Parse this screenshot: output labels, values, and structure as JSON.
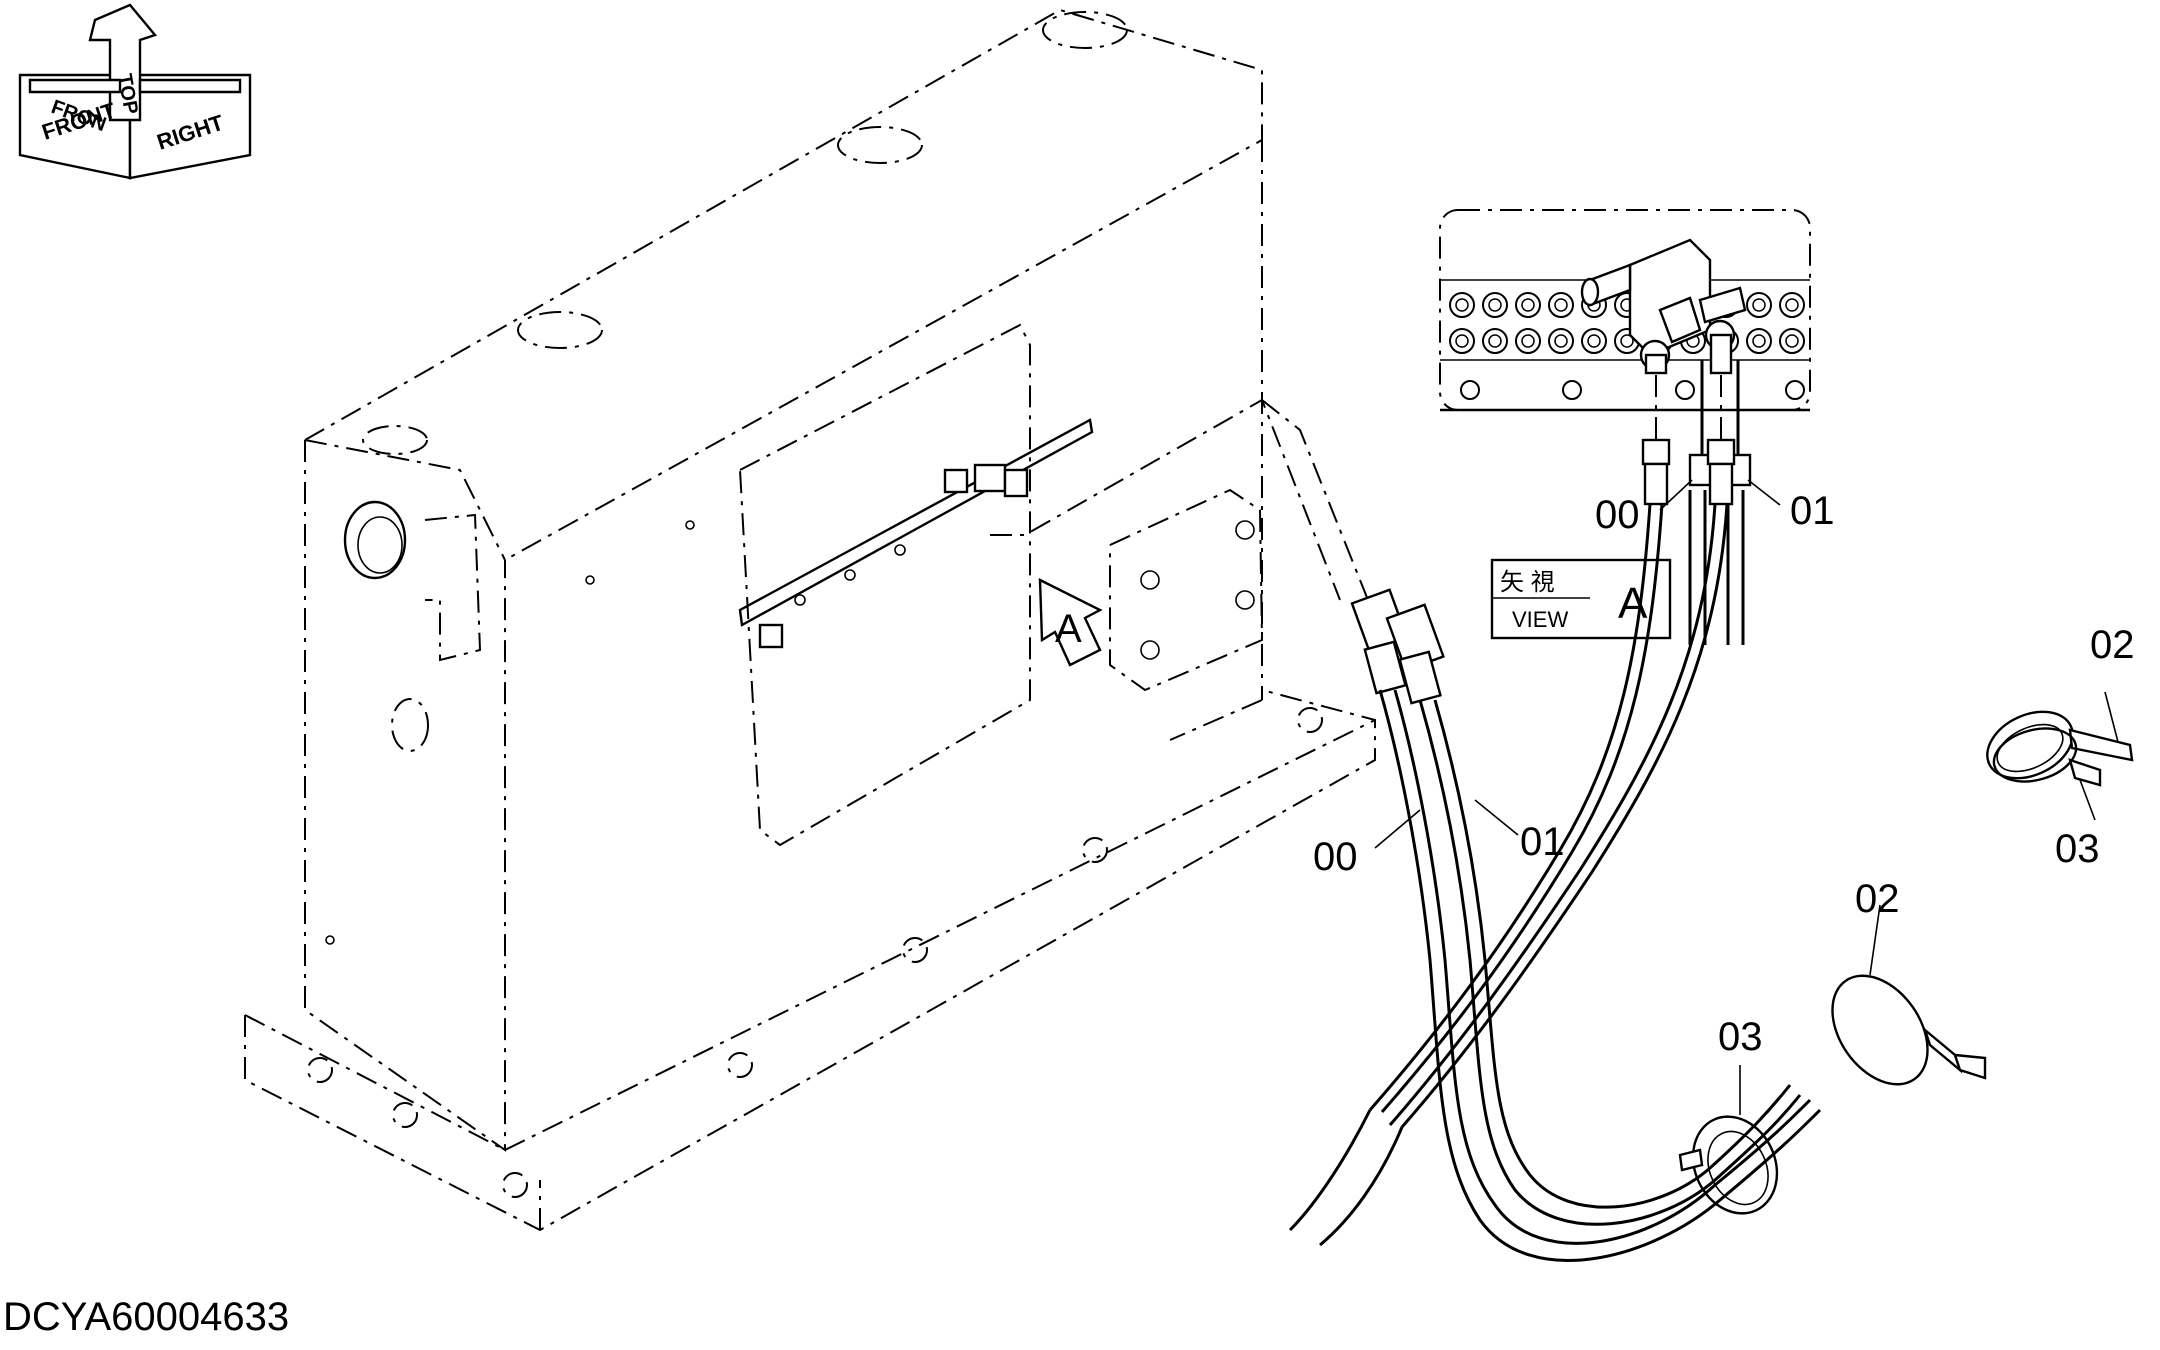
{
  "orientation_indicator": {
    "front": "FRONT",
    "front_mirror": "FRON",
    "top": "TOP",
    "right": "RIGHT"
  },
  "arrow_label": "A",
  "view_label": {
    "kanji": "矢 視",
    "view": "VIEW",
    "letter": "A"
  },
  "callouts": {
    "view_hose_left": "00",
    "view_hose_right": "01",
    "main_hose_left": "00",
    "main_hose_right": "01",
    "clamp_upper": "02",
    "band_upper": "03",
    "clamp_lower": "02",
    "band_lower": "03"
  },
  "drawing_id": "DCYA60004633"
}
